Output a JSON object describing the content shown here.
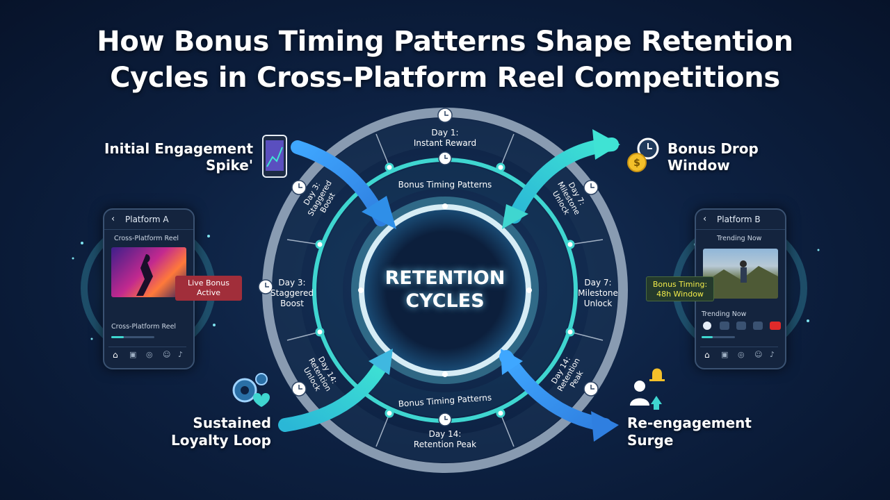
{
  "title": {
    "line1": "How Bonus Timing Patterns Shape Retention",
    "line2": "Cycles in Cross-Platform Reel Competitions"
  },
  "center": {
    "line1": "RETENTION",
    "line2": "CYCLES"
  },
  "outer_labels": {
    "top_left": {
      "line1": "Initial Engagement",
      "line2": "Spike'"
    },
    "top_right": {
      "line1": "Bonus Drop",
      "line2": "Window"
    },
    "bottom_left": {
      "line1": "Sustained",
      "line2": "Loyalty Loop"
    },
    "bottom_right": {
      "line1": "Re-engagement",
      "line2": "Surge"
    }
  },
  "ring_labels": {
    "top": {
      "line1": "Day 1:",
      "line2": "Instant Reward"
    },
    "inner_top": "Bonus Timing Patterns",
    "inner_bottom": "Bonus Timing Patterns",
    "bottom": {
      "line1": "Day 14:",
      "line2": "Retention Peak"
    },
    "upper_left": {
      "line1": "Day 3:",
      "line2": "Staggered",
      "line3": "Boost"
    },
    "left": {
      "line1": "Day 3:",
      "line2": "Staggered",
      "line3": "Boost"
    },
    "lower_left": {
      "line1": "Day 14:",
      "line2": "Retention",
      "line3": "Unlock"
    },
    "upper_right": {
      "line1": "Day 7:",
      "line2": "Milestone",
      "line3": "Unlock"
    },
    "right": {
      "line1": "Day 7:",
      "line2": "Milestone",
      "line3": "Unlock"
    },
    "lower_right": {
      "line1": "Day 14:",
      "line2": "Retention",
      "line3": "Peak"
    }
  },
  "phone_a": {
    "header": "Platform A",
    "caption_top": "Cross-Platform Reel",
    "caption_bottom": "Cross-Platform Reel",
    "badge": {
      "line1": "Live Bonus",
      "line2": "Active"
    }
  },
  "phone_b": {
    "header": "Platform B",
    "caption_top": "Trending Now",
    "caption_bottom": "Trending Now",
    "badge": {
      "line1": "Bonus Timing:",
      "line2": "48h Window"
    }
  },
  "colors": {
    "teal": "#3fd6d0",
    "blue": "#2f8fe8",
    "ring_silver": "#b9c6d6",
    "live_badge": "#a12e3a",
    "timing_text": "#f3ec4a"
  }
}
